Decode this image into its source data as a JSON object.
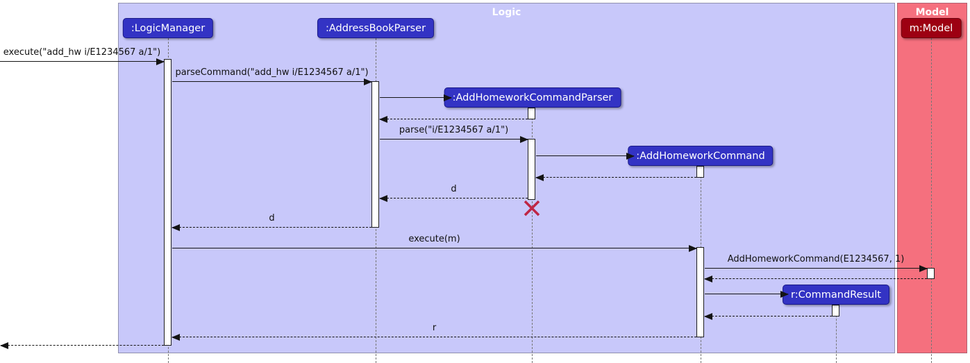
{
  "diagram_type": "uml-sequence-diagram",
  "frames": {
    "logic": {
      "label": "Logic",
      "fill": "#C8C8FA"
    },
    "model": {
      "label": "Model",
      "fill": "#F5707E"
    }
  },
  "participants": {
    "logic_manager": {
      "label": ":LogicManager",
      "fill": "#3333C4"
    },
    "address_book_parser": {
      "label": ":AddressBookParser",
      "fill": "#3333C4"
    },
    "add_homework_command_parser": {
      "label": ":AddHomeworkCommandParser",
      "fill": "#3333C4"
    },
    "add_homework_command": {
      "label": ":AddHomeworkCommand",
      "fill": "#3333C4"
    },
    "command_result": {
      "label": "r:CommandResult",
      "fill": "#3333C4"
    },
    "model": {
      "label": "m:Model",
      "fill": "#9D0012"
    }
  },
  "messages": [
    {
      "label": "execute(\"add_hw i/E1234567 a/1\")",
      "type": "solid",
      "from": "external",
      "to": ":LogicManager"
    },
    {
      "label": "parseCommand(\"add_hw i/E1234567 a/1\")",
      "type": "solid",
      "from": ":LogicManager",
      "to": ":AddressBookParser"
    },
    {
      "label": "",
      "type": "solid",
      "from": ":AddressBookParser",
      "to": ":AddHomeworkCommandParser"
    },
    {
      "label": "",
      "type": "dashed",
      "from": ":AddHomeworkCommandParser",
      "to": ":AddressBookParser"
    },
    {
      "label": "parse(\"i/E1234567 a/1\")",
      "type": "solid",
      "from": ":AddressBookParser",
      "to": ":AddHomeworkCommandParser"
    },
    {
      "label": "",
      "type": "solid",
      "from": ":AddHomeworkCommandParser",
      "to": ":AddHomeworkCommand"
    },
    {
      "label": "",
      "type": "dashed",
      "from": ":AddHomeworkCommand",
      "to": ":AddHomeworkCommandParser"
    },
    {
      "label": "d",
      "type": "dashed",
      "from": ":AddHomeworkCommandParser",
      "to": ":AddressBookParser"
    },
    {
      "label": "d",
      "type": "dashed",
      "from": ":AddressBookParser",
      "to": ":LogicManager"
    },
    {
      "label": "execute(m)",
      "type": "solid",
      "from": ":LogicManager",
      "to": ":AddHomeworkCommand"
    },
    {
      "label": "AddHomeworkCommand(E1234567, 1)",
      "type": "solid",
      "from": ":AddHomeworkCommand",
      "to": "m:Model"
    },
    {
      "label": "",
      "type": "dashed",
      "from": "m:Model",
      "to": ":AddHomeworkCommand"
    },
    {
      "label": "",
      "type": "solid",
      "from": ":AddHomeworkCommand",
      "to": "r:CommandResult"
    },
    {
      "label": "",
      "type": "dashed",
      "from": "r:CommandResult",
      "to": ":AddHomeworkCommand"
    },
    {
      "label": "r",
      "type": "dashed",
      "from": ":AddHomeworkCommand",
      "to": ":LogicManager"
    },
    {
      "label": "",
      "type": "dashed",
      "from": ":LogicManager",
      "to": "external"
    }
  ],
  "icons": {
    "destroy_x": "destroy-x-icon"
  },
  "colors": {
    "logic_frame_fill": "#C8C8FA",
    "model_frame_fill": "#F5707E",
    "logic_participant_fill": "#3333C4",
    "model_participant_fill": "#9D0012",
    "participant_text": "#FFFFFF",
    "message_line": "#141414",
    "lifeline": "#767676",
    "destroy_x": "#BE2645"
  }
}
